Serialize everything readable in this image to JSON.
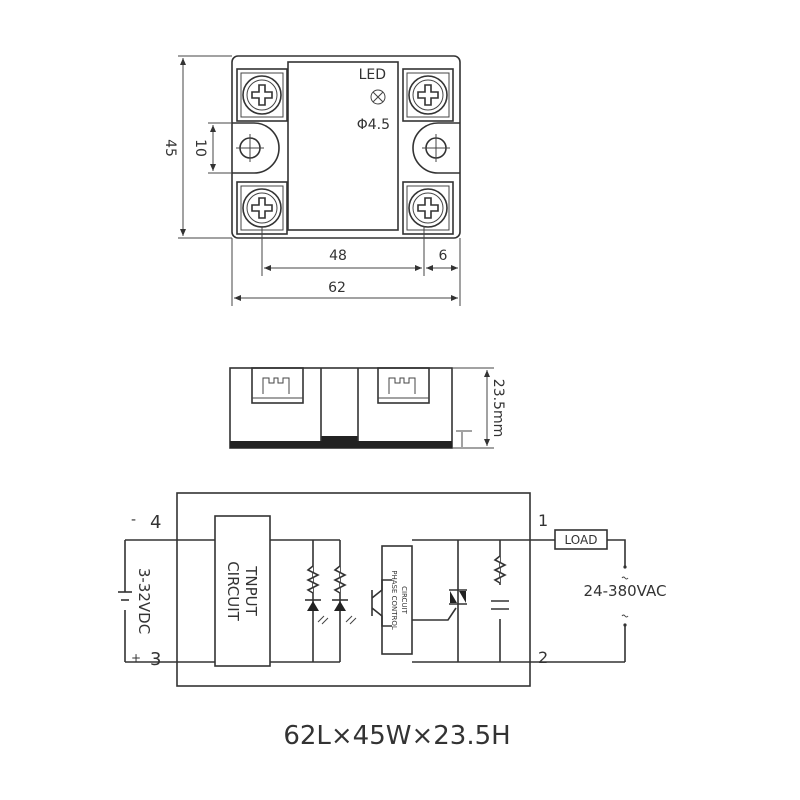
{
  "top_view": {
    "led_label": "LED",
    "led_diameter": "Φ4.5",
    "dim_height": "45",
    "dim_hole_spacing": "10",
    "dim_terminal_pitch": "48",
    "dim_edge": "6",
    "dim_length": "62"
  },
  "side_view": {
    "dim_height": "23.5mm"
  },
  "circuit": {
    "terminal_4": "4",
    "terminal_3": "3",
    "terminal_1": "1",
    "terminal_2": "2",
    "minus_sign": "-",
    "plus_sign": "+",
    "input_voltage": "3-32VDC",
    "input_circuit_line1": "TNPUT",
    "input_circuit_line2": "CIRCUIT",
    "phase_control_line1": "PHASE CONTROL",
    "phase_control_line2": "CIRCUIT",
    "load_label": "LOAD",
    "output_voltage": "24-380VAC"
  },
  "dimensions_caption": "62L×45W×23.5H"
}
